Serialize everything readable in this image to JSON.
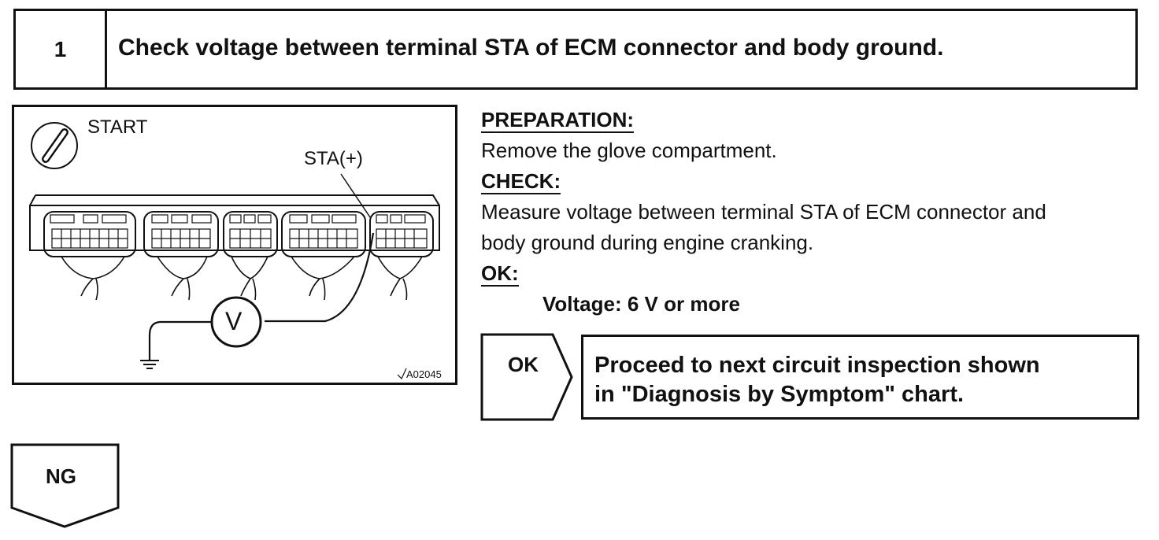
{
  "step": {
    "number": "1",
    "title": "Check voltage between terminal STA of ECM connector and body ground."
  },
  "figure": {
    "ignition_label": "START",
    "terminal_label": "STA(+)",
    "meter_label": "V",
    "figure_code": "A02045"
  },
  "preparation": {
    "heading": "PREPARATION:",
    "text": "Remove the glove compartment."
  },
  "check": {
    "heading": "CHECK:",
    "line1": "Measure voltage between terminal STA of ECM connector and",
    "line2": "body ground during engine cranking."
  },
  "ok": {
    "heading": "OK:",
    "spec": "Voltage:  6 V or more"
  },
  "result_ok": {
    "label": "OK",
    "line1": "Proceed to next circuit inspection shown",
    "line2": "in \"Diagnosis by Symptom\" chart."
  },
  "result_ng": {
    "label": "NG"
  }
}
